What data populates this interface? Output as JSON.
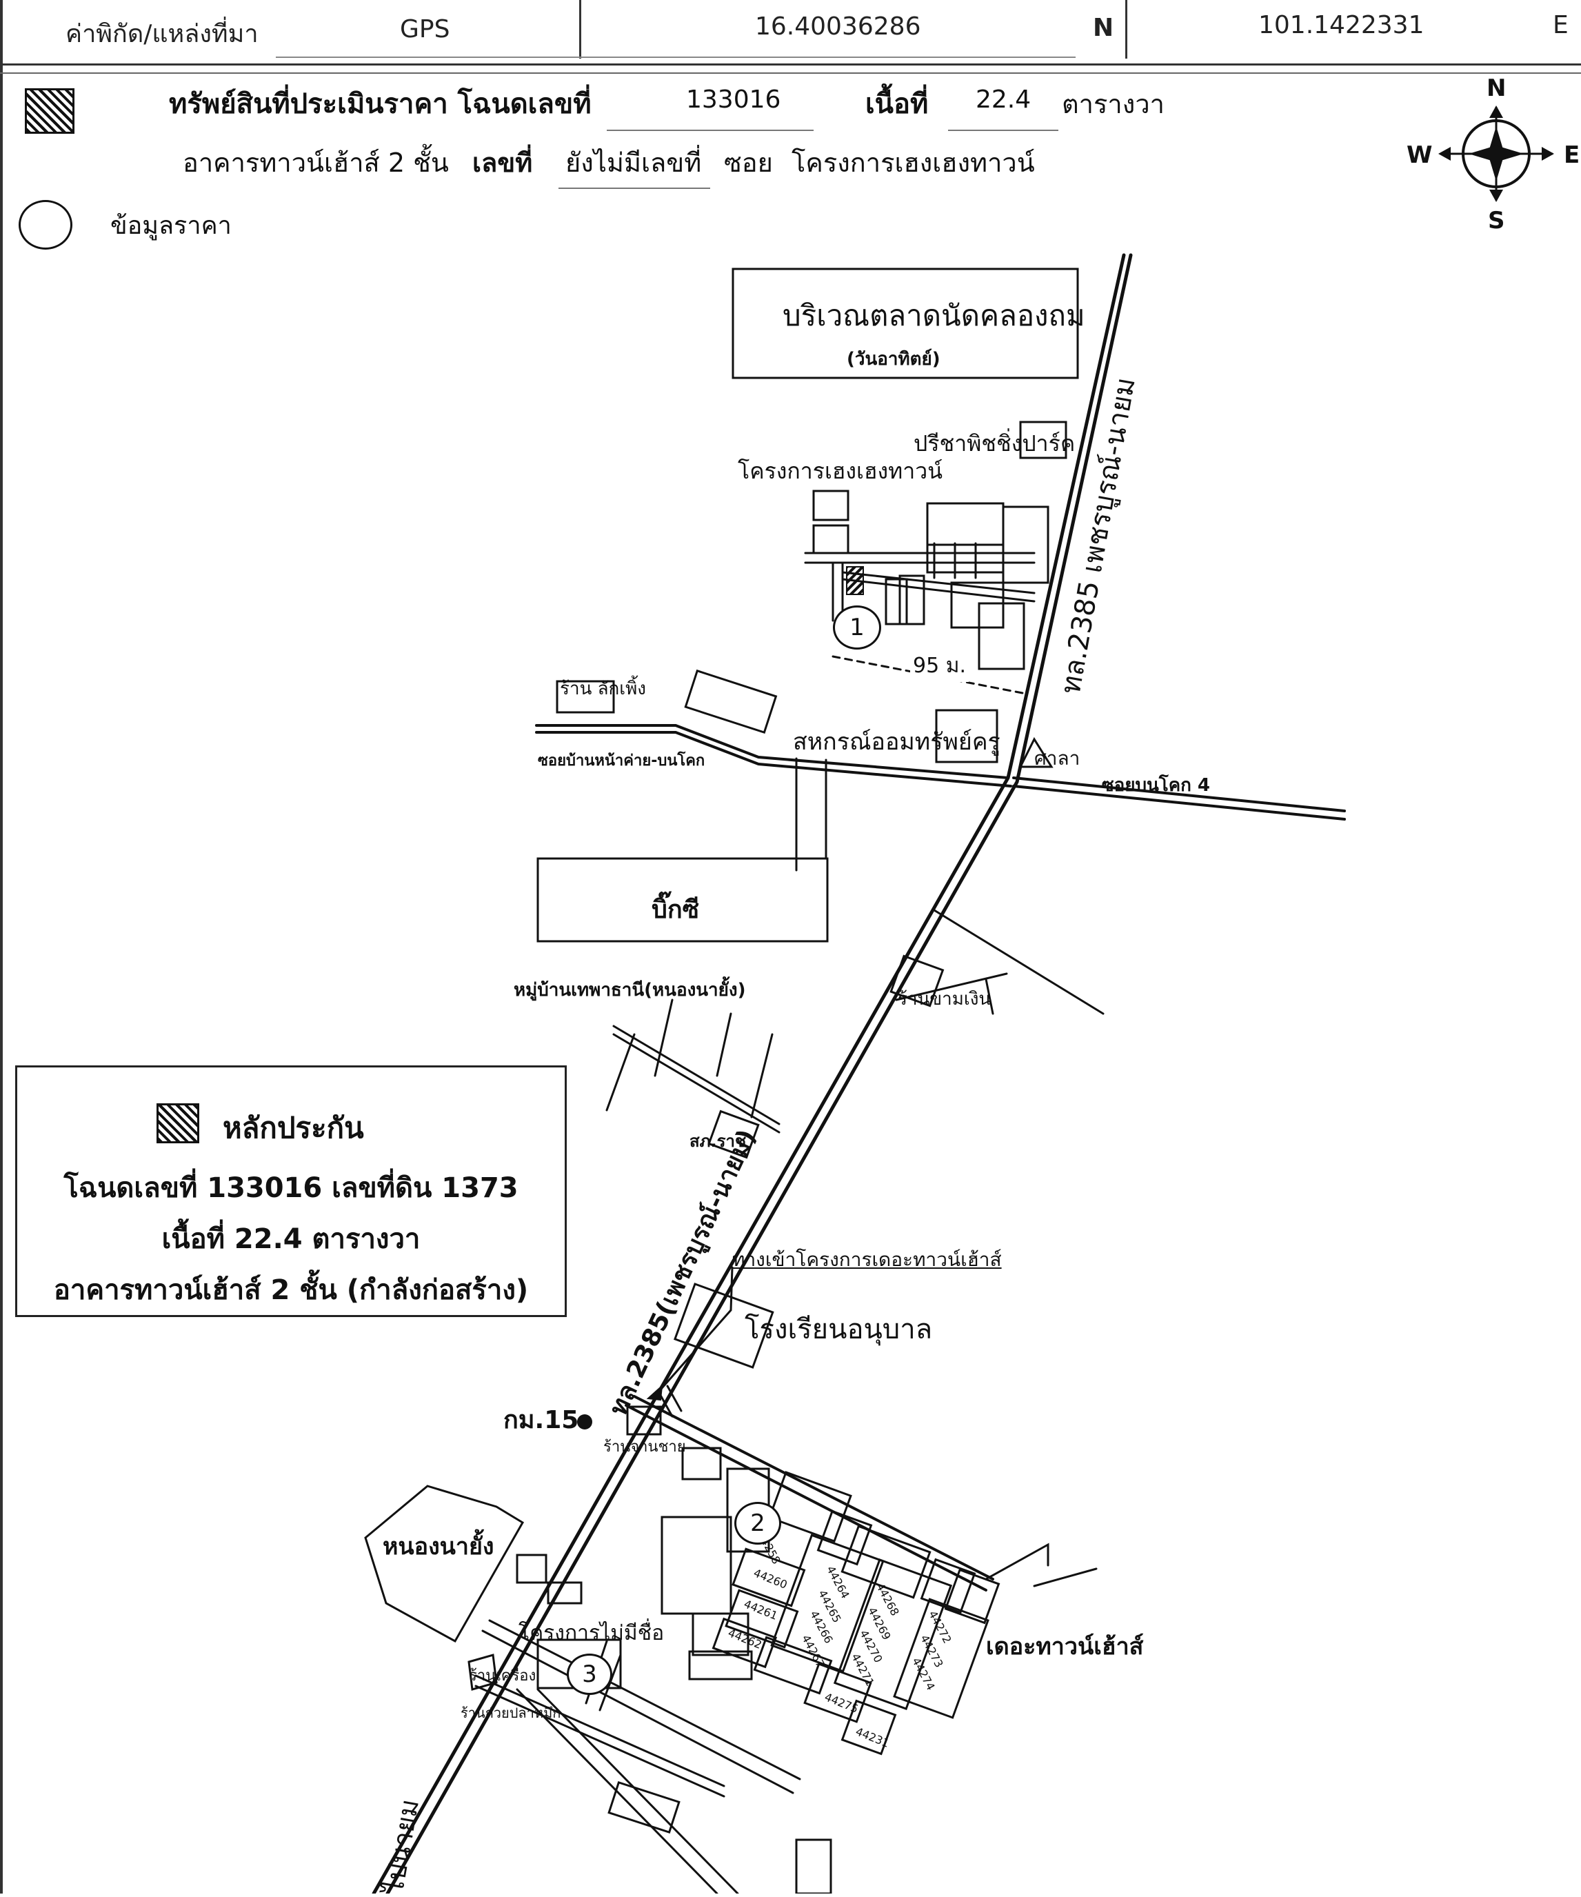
{
  "header": {
    "coord_label": "ค่าพิกัด/แหล่งที่มา",
    "source": "GPS",
    "lat": "16.40036286",
    "lat_dir": "N",
    "lon": "101.1422331",
    "lon_dir": "E"
  },
  "subject": {
    "title_prefix": "ทรัพย์สินที่ประเมินราคา โฉนดเลขที่",
    "deed_no": "133016",
    "area_label": "เนื้อที่",
    "area_value": "22.4",
    "area_unit": "ตารางวา",
    "building_label": "อาคารทาวน์เฮ้าส์  2  ชั้น",
    "number_label": "เลขที่",
    "number_value": "ยังไม่มีเลขที่",
    "soi_label": "ซอย",
    "soi_value": "โครงการเฮงเฮงทาวน์"
  },
  "price_legend": "ข้อมูลราคา",
  "compass": {
    "n": "N",
    "s": "S",
    "e": "E",
    "w": "W"
  },
  "map_labels": {
    "market_title": "บริเวณตลาดนัดคลองถม",
    "market_sub": "(วันอาทิตย์)",
    "pricha": "ปรีชาพิชชิ่งปาร์ค",
    "heng_project": "โครงการเฮงเฮงทาวน์",
    "road_main_top": "ทล.2385 เพชรบูรณ์-นายม",
    "distance": "95 ม.",
    "shop_kok": "ร้าน ลักเพิ้ง",
    "soi_ban_na": "ซอยบ้านหน้าค่าย-บนโคก",
    "coop": "สหกรณ์ออมทรัพย์ครู",
    "sala": "ศาลา",
    "soi_bonkok4": "ซอยบนโคก 4",
    "bigc": "บิ๊กซี",
    "moo_ban": "หมู่บ้านเทพาธานี(หนองนายั้ง)",
    "shop_kam_ngern": "ร้านขามเงิน",
    "police": "สภ.ราช",
    "road_main_mid": "ทล.2385(เพชรบูรณ์-นายม)",
    "entrance": "ทางเข้าโครงการเดอะทาวน์เฮ้าส์",
    "school": "โรงเรียนอนุบาล",
    "km15": "กม.15",
    "shop_chan": "ร้านจานชาย",
    "nong_na_yang": "หนองนายั้ง",
    "no_name_project": "โครงการไม่มีชื่อ",
    "the_townhouse": "เดอะทาวน์เฮ้าส์",
    "shop_khruang": "ร้านเครื่อง",
    "shop_pla": "ร้านก๋วยปลาหมึก",
    "to_nayom": "ไปนายม"
  },
  "markers": {
    "m1": "1",
    "m2": "2",
    "m3": "3"
  },
  "plot_numbers": [
    "44258",
    "44260",
    "44261",
    "44262",
    "44264",
    "44265",
    "44266",
    "44267",
    "44268",
    "44269",
    "44270",
    "44271",
    "44272",
    "44273",
    "44274",
    "44275",
    "44231"
  ],
  "collateral": {
    "title": "หลักประกัน",
    "line1": "โฉนดเลขที่ 133016 เลขที่ดิน 1373",
    "line2": "เนื้อที่  22.4 ตารางวา",
    "line3": "อาคารทาวน์เฮ้าส์ 2 ชั้น (กำลังก่อสร้าง)"
  }
}
